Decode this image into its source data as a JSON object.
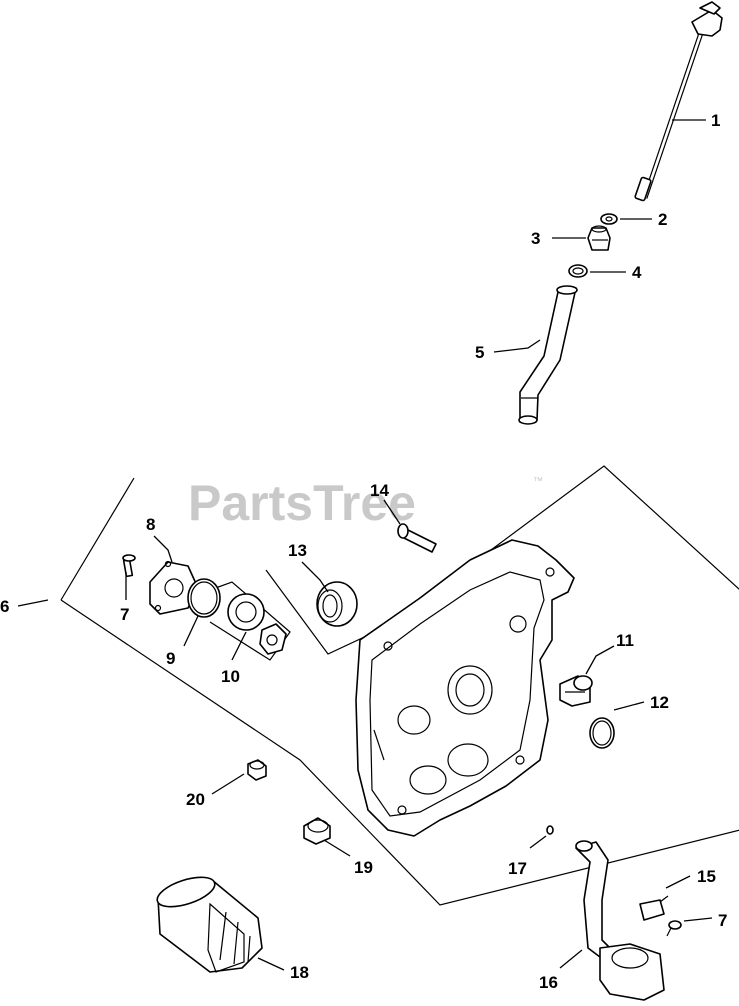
{
  "watermark": {
    "text": "PartsTree",
    "trademark": "™"
  },
  "callouts": [
    {
      "id": "c1",
      "label": "1"
    },
    {
      "id": "c2",
      "label": "2"
    },
    {
      "id": "c3",
      "label": "3"
    },
    {
      "id": "c4",
      "label": "4"
    },
    {
      "id": "c5",
      "label": "5"
    },
    {
      "id": "c6",
      "label": "6"
    },
    {
      "id": "c7a",
      "label": "7"
    },
    {
      "id": "c8",
      "label": "8"
    },
    {
      "id": "c9",
      "label": "9"
    },
    {
      "id": "c10",
      "label": "10"
    },
    {
      "id": "c11",
      "label": "11"
    },
    {
      "id": "c12",
      "label": "12"
    },
    {
      "id": "c13",
      "label": "13"
    },
    {
      "id": "c14",
      "label": "14"
    },
    {
      "id": "c15",
      "label": "15"
    },
    {
      "id": "c16",
      "label": "16"
    },
    {
      "id": "c17",
      "label": "17"
    },
    {
      "id": "c18",
      "label": "18"
    },
    {
      "id": "c19",
      "label": "19"
    },
    {
      "id": "c20",
      "label": "20"
    },
    {
      "id": "c7b",
      "label": "7"
    }
  ]
}
